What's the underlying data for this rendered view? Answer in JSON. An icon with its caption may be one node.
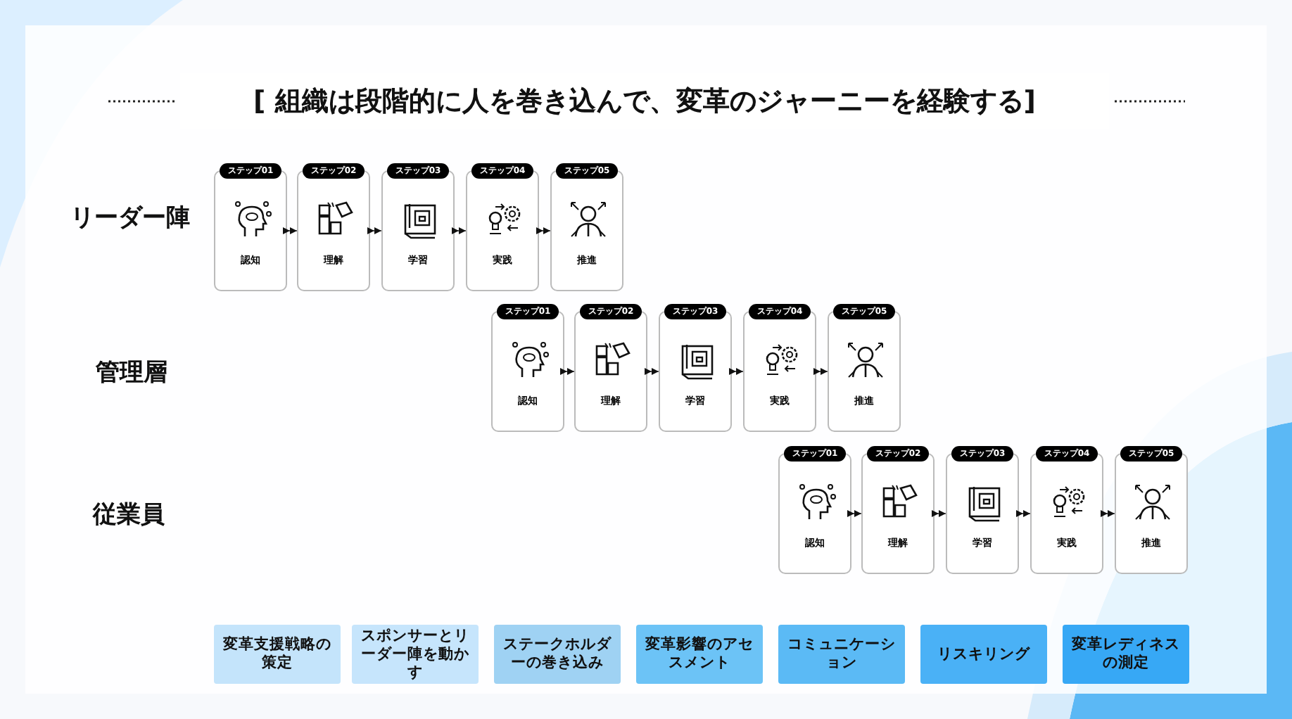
{
  "diagram": {
    "title": "[ 組織は段階的に人を巻き込んで、変革のジャーニーを経験する]",
    "nodes": [
      {
        "text": [
          "ステップ01",
          "認知"
        ]
      },
      {
        "text": [
          "ステップ02",
          "理解"
        ]
      },
      {
        "text": [
          "ステップ03",
          "学習"
        ]
      },
      {
        "text": [
          "ステップ04",
          "実践"
        ]
      },
      {
        "text": [
          "ステップ05",
          "推進"
        ]
      },
      {
        "text": [
          "ステップ01",
          "認知"
        ]
      },
      {
        "text": [
          "ステップ02",
          "理解"
        ]
      },
      {
        "text": [
          "ステップ03",
          "学習"
        ]
      },
      {
        "text": [
          "ステップ04",
          "実践"
        ]
      },
      {
        "text": [
          "ステップ05",
          "推進"
        ]
      },
      {
        "text": [
          "ステップ01",
          "認知"
        ]
      },
      {
        "text": [
          "ステップ02",
          "理解"
        ]
      },
      {
        "text": [
          "ステップ03",
          "学習"
        ]
      },
      {
        "text": [
          "ステップ04",
          "実践"
        ]
      },
      {
        "text": [
          "ステップ05",
          "推進"
        ]
      },
      {
        "text": [
          "変革支援戦略の策定"
        ]
      },
      {
        "text": [
          "スポンサーとリーダー陣を動かす"
        ]
      },
      {
        "text": [
          "ステークホルダーの巻き込み"
        ]
      },
      {
        "text": [
          "変革影響のアセスメント"
        ]
      },
      {
        "text": [
          "コミュニケーション"
        ]
      },
      {
        "text": [
          "リスキリング"
        ]
      },
      {
        "text": [
          "変革レディネスの測定"
        ]
      }
    ],
    "edges": [
      {
        "from": 0,
        "to": 1,
        "arrow": "to"
      },
      {
        "from": 1,
        "to": 2,
        "arrow": "to"
      },
      {
        "from": 2,
        "to": 3,
        "arrow": "to"
      },
      {
        "from": 3,
        "to": 4,
        "arrow": "to"
      },
      {
        "from": 5,
        "to": 6,
        "arrow": "to"
      },
      {
        "from": 6,
        "to": 7,
        "arrow": "to"
      },
      {
        "from": 7,
        "to": 8,
        "arrow": "to"
      },
      {
        "from": 8,
        "to": 9,
        "arrow": "to"
      },
      {
        "from": 10,
        "to": 11,
        "arrow": "to"
      },
      {
        "from": 11,
        "to": 12,
        "arrow": "to"
      },
      {
        "from": 12,
        "to": 13,
        "arrow": "to"
      },
      {
        "from": 13,
        "to": 14,
        "arrow": "to"
      }
    ],
    "labels": [
      "リーダー陣",
      "管理層",
      "従業員"
    ]
  }
}
